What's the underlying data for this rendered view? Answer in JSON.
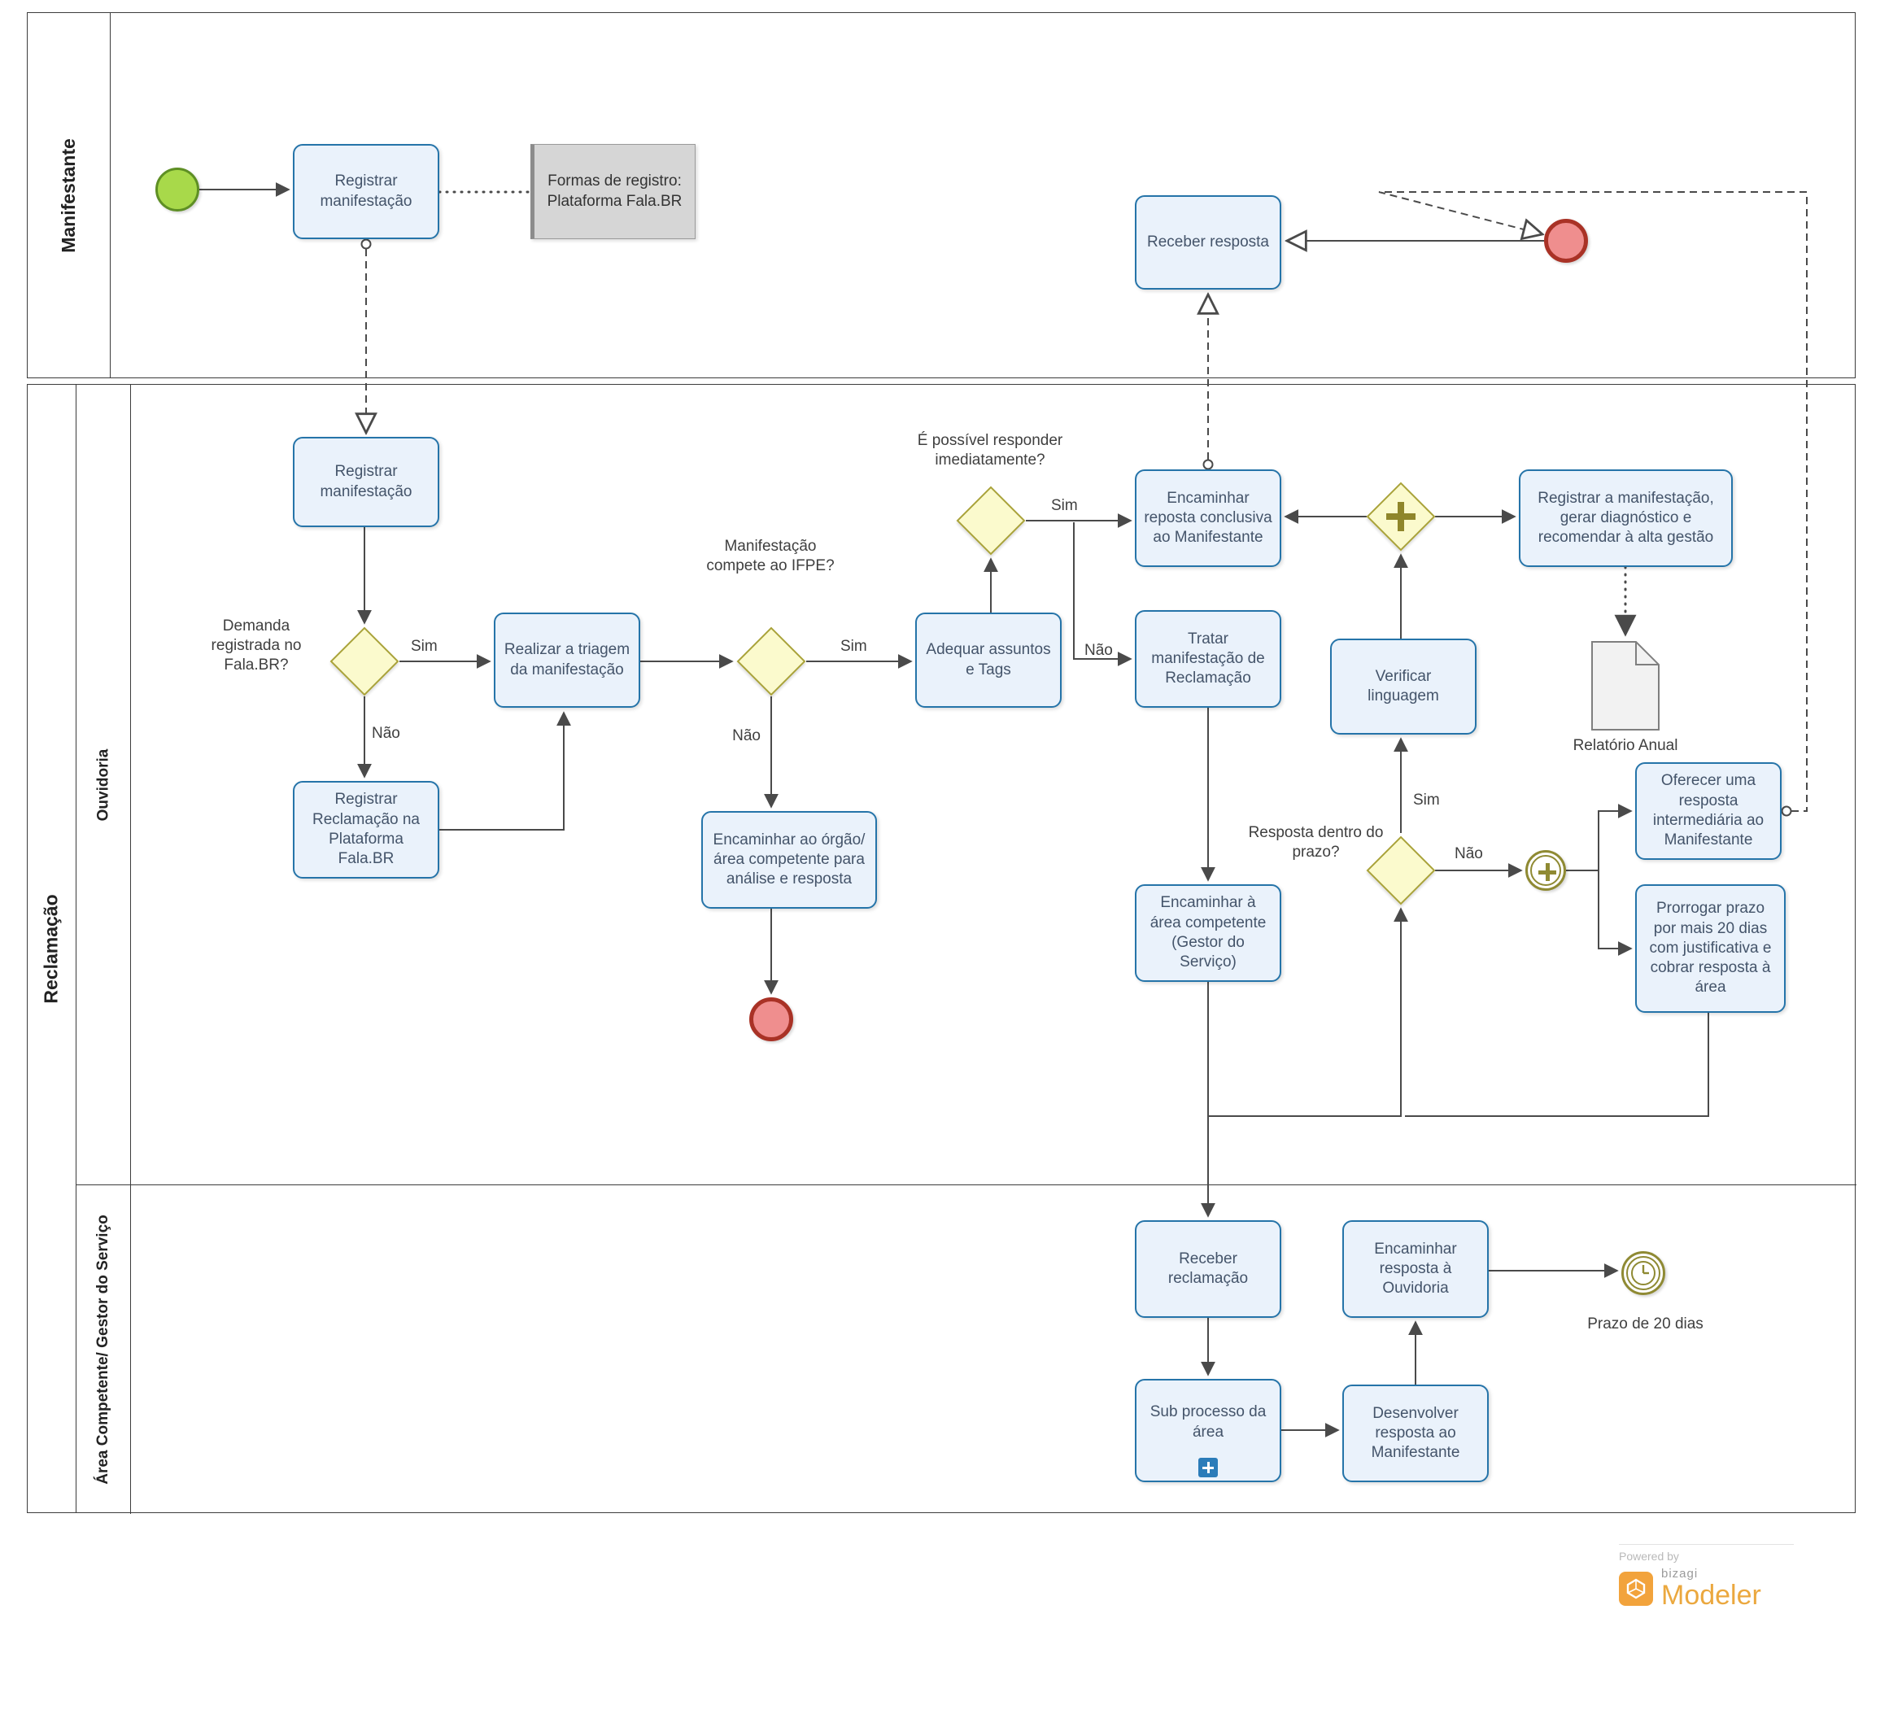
{
  "pools": {
    "manifestante": {
      "label": "Manifestante"
    },
    "reclamacao": {
      "label": "Reclamação",
      "lanes": {
        "ouvidoria": "Ouvidoria",
        "area": "Área Competente/ Gestor do Serviço"
      }
    }
  },
  "nodes": {
    "registrar_manifestacao_top": "Registrar manifestação",
    "anotacao_formas": "Formas de registro: Plataforma Fala.BR",
    "receber_resposta": "Receber resposta",
    "registrar_manifestacao_lane": "Registrar manifestação",
    "realizar_triagem": "Realizar a triagem da manifestação",
    "registrar_reclamacao": "Registrar Reclamação na Plataforma Fala.BR",
    "encaminhar_orgao": "Encaminhar ao órgão/área competente para análise e resposta",
    "adequar_assuntos": "Adequar assuntos e Tags",
    "encaminhar_conclusiva": "Encaminhar reposta conclusiva ao Manifestante",
    "tratar_manifestacao": "Tratar manifestação de Reclamação",
    "encaminhar_area": "Encaminhar à área competente (Gestor do Serviço)",
    "verificar_linguagem": "Verificar linguagem",
    "registrar_diagnostico": "Registrar a manifestação, gerar diagnóstico e recomendar à alta gestão",
    "relatorio_anual": "Relatório Anual",
    "oferecer_resposta": "Oferecer uma resposta intermediária ao Manifestante",
    "prorrogar_prazo": "Prorrogar prazo por mais 20 dias com justificativa e cobrar resposta à área",
    "receber_reclamacao": "Receber reclamação",
    "subprocesso_area": "Sub processo da área",
    "desenvolver_resposta": "Desenvolver resposta ao Manifestante",
    "encaminhar_ouvidoria": "Encaminhar resposta à Ouvidoria",
    "prazo_20_dias": "Prazo de 20 dias"
  },
  "gateways": {
    "demanda_registrada": "Demanda registrada no Fala.BR?",
    "compete_ifpe": "Manifestação compete ao IFPE?",
    "responder_imediatamente": "É possível responder imediatamente?",
    "resposta_prazo": "Resposta dentro do prazo?"
  },
  "edge_labels": {
    "sim_demanda": "Sim",
    "nao_demanda": "Não",
    "sim_compete": "Sim",
    "nao_compete": "Não",
    "sim_imediato": "Sim",
    "nao_imediato": "Não",
    "sim_prazo": "Sim",
    "nao_prazo": "Não"
  },
  "footer": {
    "powered_by": "Powered by",
    "brand": "bizagi",
    "product": "Modeler"
  },
  "colors": {
    "task_border": "#2574A9",
    "task_fill": "#EAF2FB",
    "gw_border": "#A9A23A",
    "gw_fill": "#FBFACD",
    "start_fill": "#A8D94A",
    "start_border": "#5E8F24",
    "end_fill": "#EF8E8E",
    "end_border": "#A93226",
    "olive": "#8F8A33",
    "line": "#4A4A4A",
    "brand_orange": "#F2A33C",
    "modeler": "#EBA83F"
  }
}
